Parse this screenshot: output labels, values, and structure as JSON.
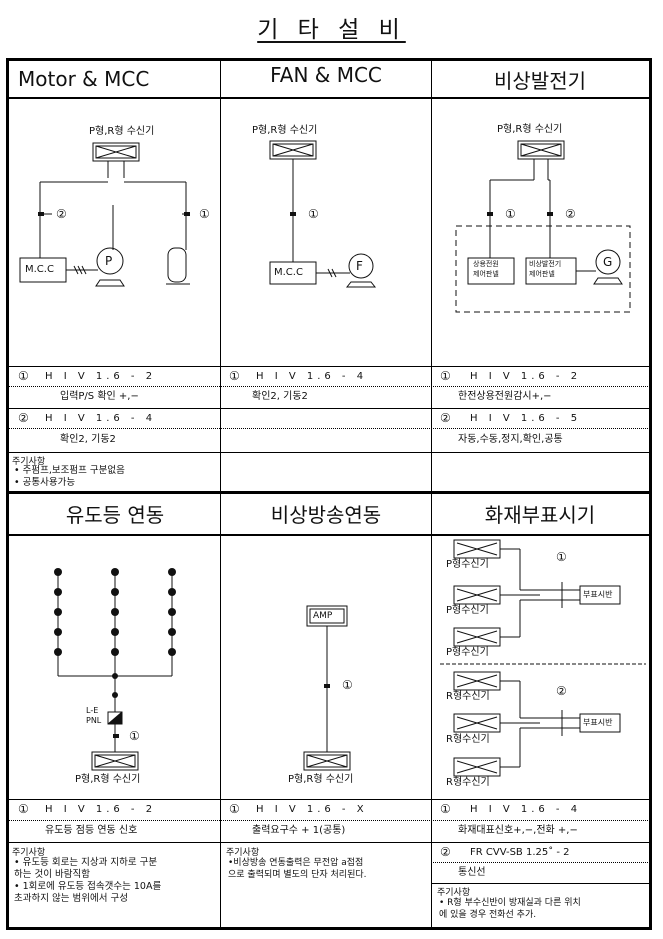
{
  "title": "기 타 설 비",
  "panels": [
    {
      "header": "Motor & MCC",
      "receiver": "P형,R형 수신기",
      "mcc": "M.C.C",
      "pump": "P",
      "mark1": "①",
      "mark2": "②",
      "rows": [
        {
          "num": "①",
          "code": "H I V  1.6 - 2",
          "desc": "입력P/S 확인 +,−"
        },
        {
          "num": "②",
          "code": "H I V  1.6 - 4",
          "desc": "확인2, 기동2"
        }
      ],
      "note_title": "주기사항",
      "notes": [
        "• 주펌프,보조펌프 구분없음",
        "• 공통사용가능"
      ]
    },
    {
      "header": "FAN & MCC",
      "receiver": "P형,R형 수신기",
      "mcc": "M.C.C",
      "fan": "F",
      "mark1": "①",
      "rows": [
        {
          "num": "①",
          "code": "H I V  1.6 - 4",
          "desc": "확인2, 기동2"
        }
      ]
    },
    {
      "header": "비상발전기",
      "receiver": "P형,R형 수신기",
      "box1": [
        "상용전원",
        "제어판넬"
      ],
      "box2": [
        "비상발전기",
        "제어판넬"
      ],
      "gen": "G",
      "mark1": "①",
      "mark2": "②",
      "rows": [
        {
          "num": "①",
          "code": "H I V  1.6 - 2",
          "desc": "한전상용전원감시+,−"
        },
        {
          "num": "②",
          "code": "H I V  1.6 - 5",
          "desc": "자동,수동,정지,확인,공통"
        }
      ]
    },
    {
      "header": "유도등 연동",
      "panel_label": [
        "L-E",
        "PNL"
      ],
      "receiver": "P형,R형 수신기",
      "mark1": "①",
      "rows": [
        {
          "num": "①",
          "code": "H I V  1.6 - 2",
          "desc": "유도등 점등 연동 신호"
        }
      ],
      "note_title": "주기사항",
      "notes": [
        "• 유도등 회로는 지상과 지하로 구분",
        "  하는 것이 바람직함",
        "• 1회로에 유도등 접속갯수는 10A를",
        "  초과하지 않는 범위에서 구성"
      ]
    },
    {
      "header": "비상방송연동",
      "amp": "AMP",
      "receiver": "P형,R형 수신기",
      "mark1": "①",
      "rows": [
        {
          "num": "①",
          "code": "H I V  1.6 - X",
          "desc": "출력요구수 + 1(공통)"
        }
      ],
      "note_title": "주기사항",
      "notes": [
        "•비상방송 연동출력은 무전압 a접점",
        " 으로 출력되며 별도의 단자 처리된다."
      ]
    },
    {
      "header": "화재부표시기",
      "p_receivers": [
        "P형수신기",
        "P형수신기",
        "P형수신기"
      ],
      "r_receivers": [
        "R형수신기",
        "R형수신기",
        "R형수신기"
      ],
      "display": "부표시반",
      "mark1": "①",
      "mark2": "②",
      "rows": [
        {
          "num": "①",
          "code": "H I V  1.6 - 4",
          "desc": "화재대표신호+,−,전화 +,−"
        },
        {
          "num": "②",
          "code": "FR CVV-SB 1.25˚ - 2",
          "desc": "통신선"
        }
      ],
      "note_title": "주기사항",
      "notes": [
        "• R형 부수신반이 방재실과 다른 위치",
        "  에 있을 경우 전화선 추가."
      ]
    }
  ]
}
